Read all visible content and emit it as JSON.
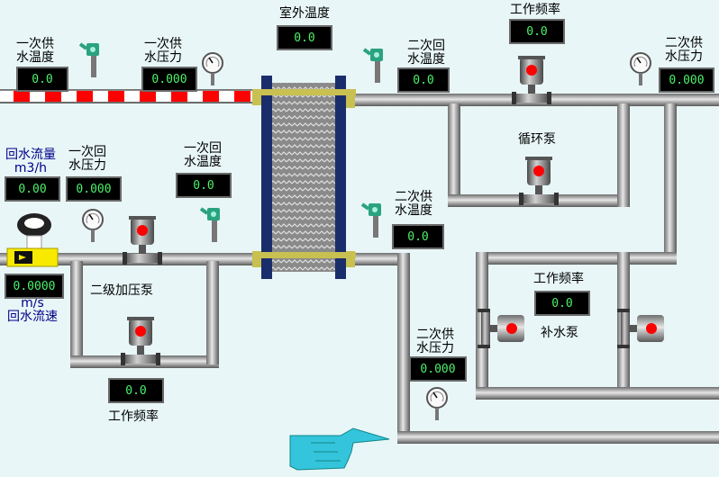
{
  "labels": {
    "primary_supply_temp": "一次供\n水温度",
    "primary_supply_pressure": "一次供\n水压力",
    "outdoor_temp": "室外温度",
    "work_freq_top": "工作频率",
    "secondary_return_temp": "二次回\n水温度",
    "secondary_supply_pressure_top": "二次供\n水压力",
    "return_flow": "回水流量\nm3/h",
    "primary_return_pressure": "一次回\n水压力",
    "primary_return_temp": "一次回\n水温度",
    "circulation_pump": "循环泵",
    "secondary_supply_temp": "二次供\n水温度",
    "booster_pump": "二级加压泵",
    "work_freq_makeup": "工作频率",
    "makeup_pump": "补水泵",
    "return_speed": "m/s\n回水流速",
    "secondary_supply_pressure_bottom": "二次供\n水压力",
    "work_freq_bottom": "工作频率"
  },
  "values": {
    "primary_supply_temp": "0.0",
    "primary_supply_pressure": "0.000",
    "outdoor_temp": "0.0",
    "work_freq_top": "0.0",
    "secondary_return_temp": "0.0",
    "secondary_supply_pressure_top": "0.000",
    "return_flow": "0.00",
    "primary_return_pressure": "0.000",
    "primary_return_temp": "0.0",
    "secondary_supply_temp": "0.0",
    "return_speed": "0.0000",
    "work_freq_makeup": "0.0",
    "secondary_supply_pressure_bottom": "0.000",
    "work_freq_bottom": "0.0"
  },
  "icons": {
    "pump": "centrifugal-pump-icon",
    "gauge": "pressure-gauge-icon",
    "temp_sensor": "temperature-sensor-icon",
    "flowmeter": "flowmeter-icon",
    "hand": "pointing-hand-icon"
  },
  "colors": {
    "background": "#e8f6f7",
    "display_bg": "#000000",
    "display_text": "#4cf26a",
    "pump_indicator": "#ff0000",
    "hot_pipe_stripe": "#ff0000",
    "exchanger_frame": "#1a2d6b"
  }
}
